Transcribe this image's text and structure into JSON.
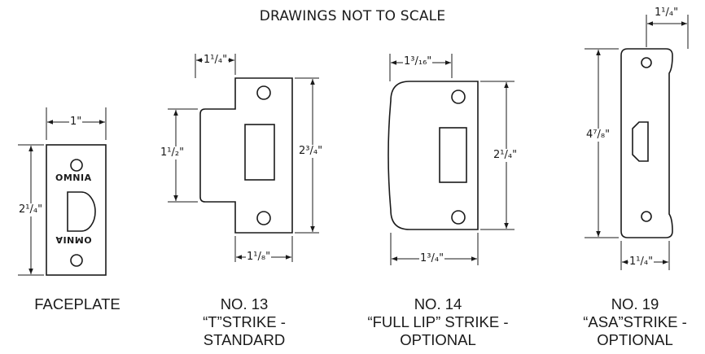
{
  "title": "DRAWINGS NOT TO SCALE",
  "brand_mark": "OMNIA",
  "dimensions": {
    "faceplate_width": "1\"",
    "faceplate_height": "2¹/₄\"",
    "t_strike_lip": "1¹/₄\"",
    "t_strike_tab": "1¹/₂\"",
    "t_strike_height": "2³/₄\"",
    "t_strike_width": "1¹/₈\"",
    "full_lip_top": "1³/₁₆\"",
    "full_lip_height": "2¹/₄\"",
    "full_lip_width": "1³/₄\"",
    "asa_top": "1¹/₄\"",
    "asa_height": "4⁷/₈\"",
    "asa_width": "1¹/₄\""
  },
  "captions": {
    "faceplate": [
      "FACEPLATE"
    ],
    "no13": [
      "NO. 13",
      "“T”STRIKE -",
      "STANDARD"
    ],
    "no14": [
      "NO. 14",
      "“FULL LIP” STRIKE -",
      "OPTIONAL"
    ],
    "no19": [
      "NO. 19",
      "“ASA”STRIKE -",
      "OPTIONAL"
    ]
  }
}
